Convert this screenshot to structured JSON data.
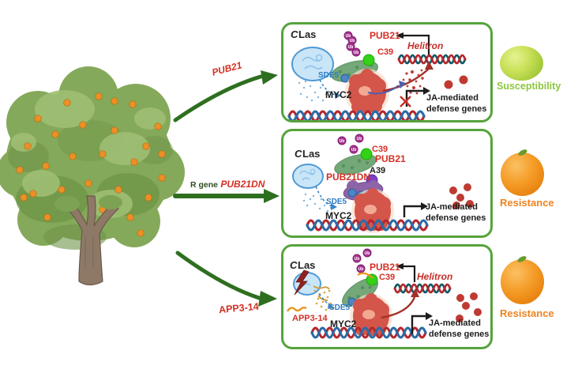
{
  "shared": {
    "ub": "Ub",
    "clas_c": "C",
    "clas_rest": "Las"
  },
  "pathways": [
    {
      "label": "PUB21",
      "outcome": "Susceptibility"
    },
    {
      "prefix": "R gene",
      "label": "PUB21DN",
      "outcome": "Resistance"
    },
    {
      "label": "APP3-14",
      "outcome": "Resistance"
    }
  ],
  "panels": [
    {
      "pub21": "PUB21",
      "c39": "C39",
      "sde5": "SDE5",
      "myc2": "MYC2",
      "helitron": "Helitron",
      "ja1": "JA-mediated",
      "ja2": "defense genes"
    },
    {
      "c39": "C39",
      "pub21": "PUB21",
      "a39": "A39",
      "pub21dn": "PUB21DN",
      "sde5": "SDE5",
      "myc2": "MYC2",
      "ja1": "JA-mediated",
      "ja2": "defense genes"
    },
    {
      "pub21": "PUB21",
      "c39": "C39",
      "app3": "APP3-14",
      "sde5": "SDE5",
      "myc2": "MYC2",
      "helitron": "Helitron",
      "ja1": "JA-mediated",
      "ja2": "defense genes"
    }
  ],
  "outcomes": [
    {
      "label": "Susceptibility",
      "color": "#8cc63e",
      "fruit": "green"
    },
    {
      "label": "Resistance",
      "color": "#ee8422",
      "fruit": "orange"
    },
    {
      "label": "Resistance",
      "color": "#ee8422",
      "fruit": "orange"
    }
  ],
  "colors": {
    "panel_border": "#56a33c",
    "arrow_green": "#2e6f1f",
    "label_red": "#d42f23",
    "label_blue": "#2e7cc3",
    "label_dark": "#1c1c1c",
    "r_gene_green": "#2f4f1f",
    "susceptibility_green": "#8cc63e",
    "resistance_orange": "#ee8422",
    "ub_purple": "#a93393",
    "c39_green": "#33d117",
    "a39_purple": "#7d3fc1",
    "myc2_red": "#d4554a",
    "pub21_protein_green": "#74a878",
    "pub21dn_protein_purple": "#8d64a8",
    "dna_red": "#b5272c",
    "dna_blue": "#2b6ca8",
    "dna_teal": "#0e5a66",
    "bacteria_blue": "#c9e5f8",
    "orange_fruit": "#e8912a"
  }
}
